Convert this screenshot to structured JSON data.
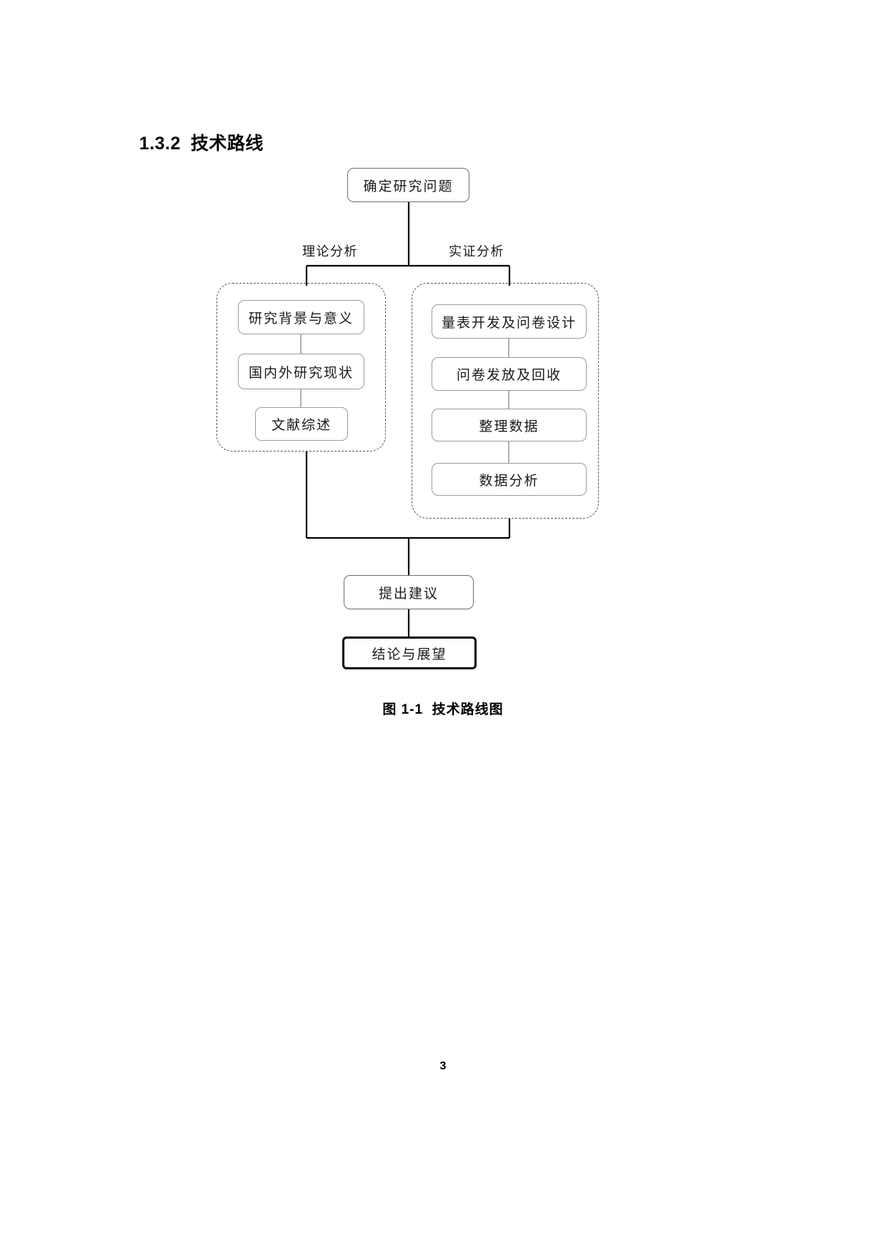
{
  "document": {
    "heading_number": "1.3.2",
    "heading_title": "技术路线",
    "figure_caption": "图 1-1  技术路线图",
    "page_number": "3"
  },
  "chart_data": {
    "type": "diagram",
    "title": "技术路线图",
    "nodes": [
      {
        "id": "start",
        "label": "确定研究问题",
        "style": "rounded"
      },
      {
        "id": "bg",
        "label": "研究背景与意义",
        "style": "rounded"
      },
      {
        "id": "status",
        "label": "国内外研究现状",
        "style": "rounded"
      },
      {
        "id": "review",
        "label": "文献综述",
        "style": "rounded"
      },
      {
        "id": "scale",
        "label": "量表开发及问卷设计",
        "style": "rounded"
      },
      {
        "id": "distribute",
        "label": "问卷发放及回收",
        "style": "rounded"
      },
      {
        "id": "organize",
        "label": "整理数据",
        "style": "rounded"
      },
      {
        "id": "analyze",
        "label": "数据分析",
        "style": "rounded"
      },
      {
        "id": "suggest",
        "label": "提出建议",
        "style": "rounded"
      },
      {
        "id": "conclusion",
        "label": "结论与展望",
        "style": "rounded-bold"
      }
    ],
    "groups": [
      {
        "id": "theory-group",
        "label": "理论分析",
        "members": [
          "bg",
          "status",
          "review"
        ]
      },
      {
        "id": "empirical-group",
        "label": "实证分析",
        "members": [
          "scale",
          "distribute",
          "organize",
          "analyze"
        ]
      }
    ],
    "edge_labels": [
      "理论分析",
      "实证分析"
    ],
    "edges": [
      {
        "from": "start",
        "to": "theory-group",
        "label": "理论分析"
      },
      {
        "from": "start",
        "to": "empirical-group",
        "label": "实证分析"
      },
      {
        "from": "bg",
        "to": "status",
        "label": ""
      },
      {
        "from": "status",
        "to": "review",
        "label": ""
      },
      {
        "from": "scale",
        "to": "distribute",
        "label": ""
      },
      {
        "from": "distribute",
        "to": "organize",
        "label": ""
      },
      {
        "from": "organize",
        "to": "analyze",
        "label": ""
      },
      {
        "from": "theory-group",
        "to": "suggest",
        "label": ""
      },
      {
        "from": "empirical-group",
        "to": "suggest",
        "label": ""
      },
      {
        "from": "suggest",
        "to": "conclusion",
        "label": ""
      }
    ],
    "colors": {
      "node_border": "#9b9b9b",
      "group_border": "#555555",
      "emphasis_border": "#000000",
      "connector": "#000000",
      "background": "#ffffff"
    }
  }
}
